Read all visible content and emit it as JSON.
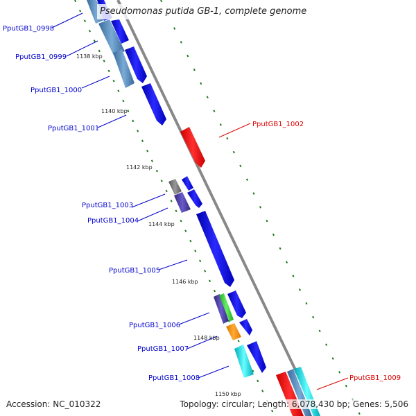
{
  "title": "Pseudomonas putida GB-1, complete genome",
  "footer": {
    "accession": "Accession: NC_010322",
    "summary": "Topology: circular; Length: 6,078,430 bp; Genes: 5,506"
  },
  "colors": {
    "forward_gene": "#0000ee",
    "highlight_gene": "#ee0000",
    "label_forward": "#0000cc",
    "label_highlight": "#dd0000",
    "backbone": "#888888",
    "tick_dots": "#1a7a1a"
  },
  "positions_kbp": [
    "1138 kbp",
    "1140 kbp",
    "1142 kbp",
    "1144 kbp",
    "1146 kbp",
    "1148 kbp",
    "1150 kbp"
  ],
  "genes": [
    {
      "name": "PputGB1_0998",
      "highlight": false
    },
    {
      "name": "PputGB1_0999",
      "highlight": false
    },
    {
      "name": "PputGB1_1000",
      "highlight": false
    },
    {
      "name": "PputGB1_1001",
      "highlight": false
    },
    {
      "name": "PputGB1_1002",
      "highlight": true
    },
    {
      "name": "PputGB1_1003",
      "highlight": false
    },
    {
      "name": "PputGB1_1004",
      "highlight": false
    },
    {
      "name": "PputGB1_1005",
      "highlight": false
    },
    {
      "name": "PputGB1_1006",
      "highlight": false
    },
    {
      "name": "PputGB1_1007",
      "highlight": false
    },
    {
      "name": "PputGB1_1008",
      "highlight": false
    },
    {
      "name": "PputGB1_1009",
      "highlight": true
    }
  ]
}
